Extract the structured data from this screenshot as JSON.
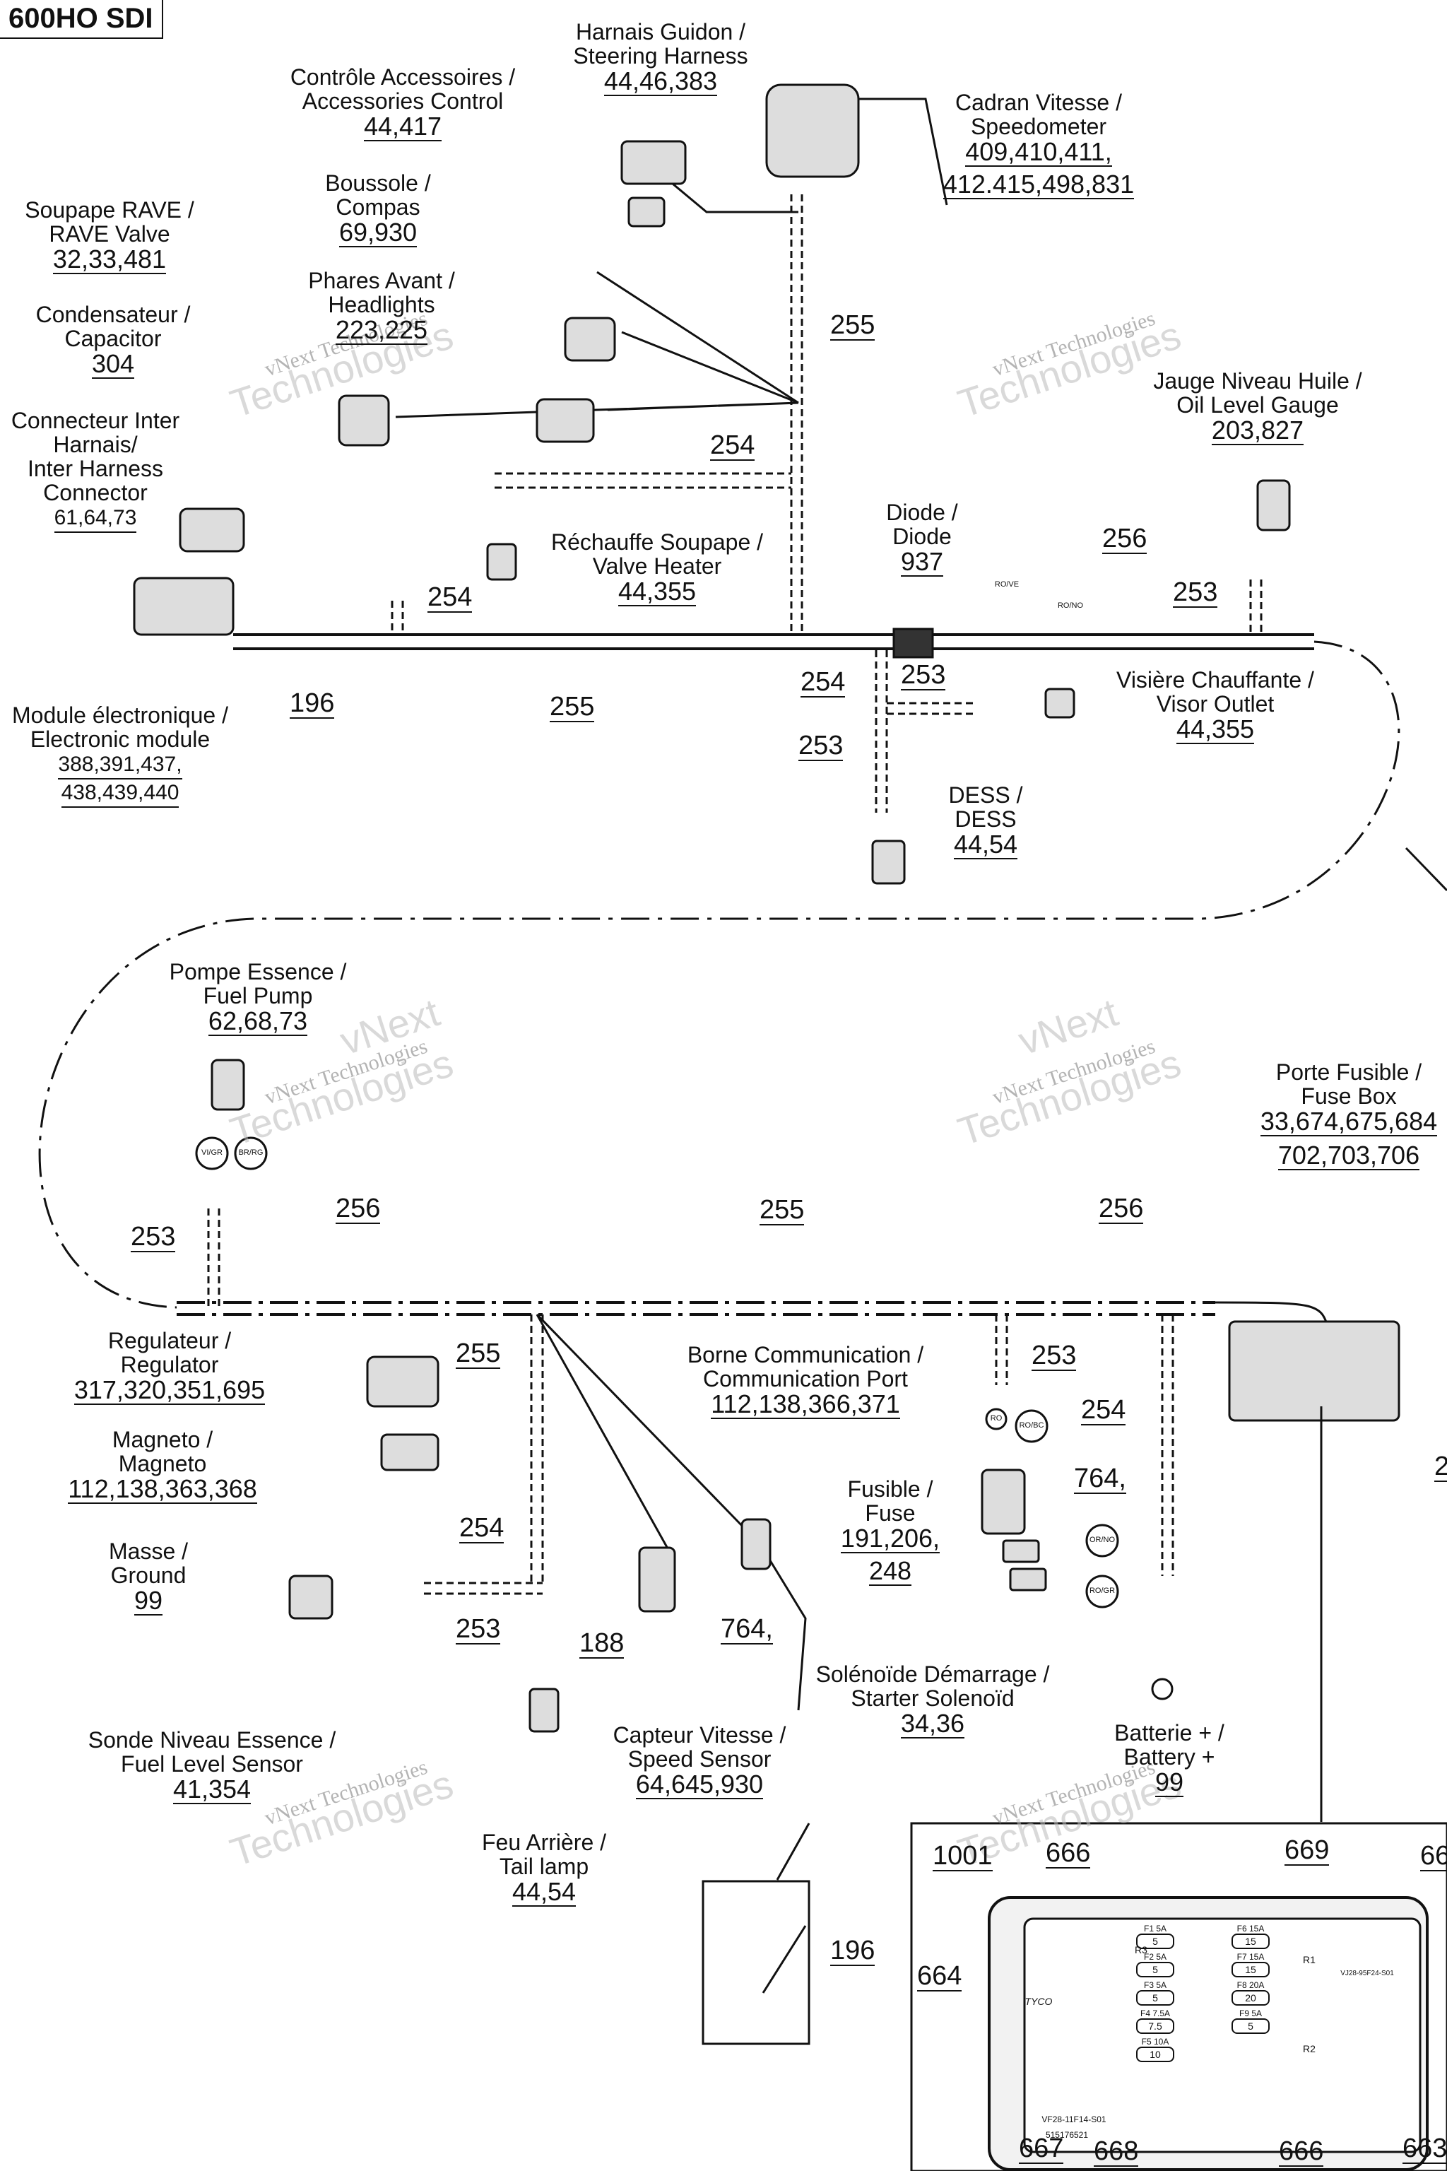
{
  "model_tag": "600HO SDI",
  "watermark": {
    "small": "vNext Technologies",
    "large_a": "vNext",
    "large_b": "Technologies"
  },
  "callouts": [
    {
      "id": "steering-harness",
      "fr": "Harnais Guidon /",
      "en": "Steering Harness",
      "refs": "44,46,383"
    },
    {
      "id": "accessories-control",
      "fr": "Contrôle Accessoires /",
      "en": "Accessories Control",
      "refs": "44,417"
    },
    {
      "id": "speedometer",
      "fr": "Cadran Vitesse /",
      "en": "Speedometer",
      "refs": "409,410,411,",
      "refs2": "412.415,498,831"
    },
    {
      "id": "rave-valve",
      "fr": "Soupape RAVE /",
      "en": "RAVE Valve",
      "refs": "32,33,481"
    },
    {
      "id": "compass",
      "fr": "Boussole /",
      "en": "Compas",
      "refs": "69,930"
    },
    {
      "id": "capacitor",
      "fr": "Condensateur /",
      "en": "Capacitor",
      "refs": "304"
    },
    {
      "id": "headlights",
      "fr": "Phares Avant /",
      "en": "Headlights",
      "refs": "223,225"
    },
    {
      "id": "inter-harness",
      "fr": "Connecteur Inter",
      "en": "Harnais/",
      "en2": "Inter Harness",
      "en3": "Connector",
      "refs": "61,64,73"
    },
    {
      "id": "oil-level",
      "fr": "Jauge Niveau Huile /",
      "en": "Oil Level Gauge",
      "refs": "203,827"
    },
    {
      "id": "valve-heater",
      "fr": "Réchauffe Soupape /",
      "en": "Valve Heater",
      "refs": "44,355"
    },
    {
      "id": "diode",
      "fr": "Diode /",
      "en": "Diode",
      "refs": "937"
    },
    {
      "id": "visor-outlet",
      "fr": "Visière Chauffante /",
      "en": "Visor Outlet",
      "refs": "44,355"
    },
    {
      "id": "electronic-module",
      "fr": "Module électronique /",
      "en": "Electronic module",
      "refs": "388,391,437,",
      "refs2": "438,439,440"
    },
    {
      "id": "dess",
      "fr": "DESS /",
      "en": "DESS",
      "refs": "44,54"
    },
    {
      "id": "fuel-pump",
      "fr": "Pompe Essence /",
      "en": "Fuel Pump",
      "refs": "62,68,73"
    },
    {
      "id": "fuse-box",
      "fr": "Porte Fusible /",
      "en": "Fuse Box",
      "refs": "33,674,675,684",
      "refs2": "702,703,706"
    },
    {
      "id": "regulator",
      "fr": "Regulateur /",
      "en": "Regulator",
      "refs": "317,320,351,695"
    },
    {
      "id": "magneto",
      "fr": "Magneto /",
      "en": "Magneto",
      "refs": "112,138,363,368"
    },
    {
      "id": "ground",
      "fr": "Masse /",
      "en": "Ground",
      "refs": "99"
    },
    {
      "id": "fuel-level",
      "fr": "Sonde Niveau Essence /",
      "en": "Fuel Level Sensor",
      "refs": "41,354"
    },
    {
      "id": "comm-port",
      "fr": "Borne Communication /",
      "en": "Communication Port",
      "refs": "112,138,366,371"
    },
    {
      "id": "fuse",
      "fr": "Fusible /",
      "en": "Fuse",
      "refs": "191,206,",
      "refs2": "248"
    },
    {
      "id": "starter-solenoid",
      "fr": "Solénoïde Démarrage /",
      "en": "Starter Solenoïd",
      "refs": "34,36"
    },
    {
      "id": "speed-sensor",
      "fr": "Capteur Vitesse /",
      "en": "Speed Sensor",
      "refs": "64,645,930"
    },
    {
      "id": "battery",
      "fr": "Batterie + /",
      "en": "Battery +",
      "refs": "99"
    },
    {
      "id": "tail-lamp",
      "fr": "Feu Arrière /",
      "en": "Tail lamp",
      "refs": "44,54"
    }
  ],
  "wire_refs": {
    "r255a": "255",
    "r254a": "254",
    "r254b": "254",
    "r255b": "255",
    "r196a": "196",
    "r256a": "256",
    "r253a": "253",
    "r254c": "254",
    "r253b": "253",
    "r253c": "253",
    "r253d": "253",
    "r256b": "256",
    "r255c": "255",
    "r256c": "256",
    "r255d": "255",
    "r253e": "253",
    "r254d": "254",
    "r764a": "764,",
    "r254e": "254",
    "r253f": "253",
    "r188": "188",
    "r764b": "764,",
    "r2": "2",
    "r196b": "196"
  },
  "fuse_inset": {
    "refs": {
      "r1001": "1001",
      "r666a": "666",
      "r669": "669",
      "r66": "66",
      "r664": "664",
      "r667": "667",
      "r668": "668",
      "r666b": "666",
      "r663": "663"
    },
    "brand": "TYCO",
    "part_no": "VF28-11F14-S01",
    "serial": "515176521",
    "relay_no": "VJ28-95F24-S01",
    "relay1": "R1",
    "relay2": "R2",
    "relay3": "R3",
    "fuses_left": [
      {
        "label": "F1 5A",
        "value": "5"
      },
      {
        "label": "F2 5A",
        "value": "5"
      },
      {
        "label": "F3 5A",
        "value": "5"
      },
      {
        "label": "F4 7.5A",
        "value": "7.5"
      },
      {
        "label": "F5 10A",
        "value": "10"
      }
    ],
    "fuses_right": [
      {
        "label": "F6 15A",
        "value": "15"
      },
      {
        "label": "F7 15A",
        "value": "15"
      },
      {
        "label": "F8 20A",
        "value": "20"
      },
      {
        "label": "F9 5A",
        "value": "5"
      }
    ]
  },
  "wire_colors": [
    "VI/GR",
    "BR/RG",
    "RO/VE",
    "RO/NO",
    "RO",
    "RO/BC",
    "OR/NO",
    "RO/GR"
  ]
}
